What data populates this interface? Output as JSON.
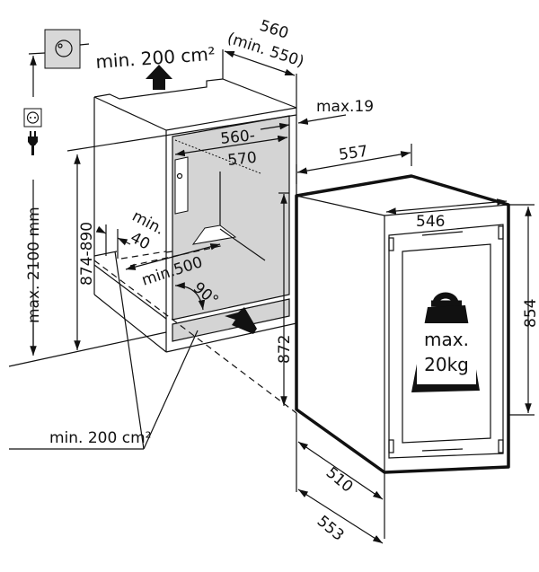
{
  "diagram": {
    "labels": {
      "depth_top": "560",
      "depth_top_min": "(min. 550)",
      "vent_top": "min. 200 cm²",
      "gap_max": "max.19",
      "niche_width_a": "560-",
      "niche_width_b": "570",
      "appliance_depth_top": "557",
      "appliance_width": "546",
      "appliance_height": "854",
      "door_height": "872",
      "niche_height": "874-890",
      "socket_height": "max. 2100 mm",
      "plinth_min_a": "min.",
      "plinth_min_b": "40",
      "plinth_depth": "min.500",
      "angle": "90°",
      "vent_bottom": "min. 200 cm²",
      "depth_510": "510",
      "depth_553": "553",
      "weight_a": "max.",
      "weight_b": "20kg"
    },
    "icons": [
      "water-connection-icon",
      "power-socket-icon",
      "power-plug-icon",
      "weight-icon",
      "airflow-arrow-icon"
    ]
  }
}
